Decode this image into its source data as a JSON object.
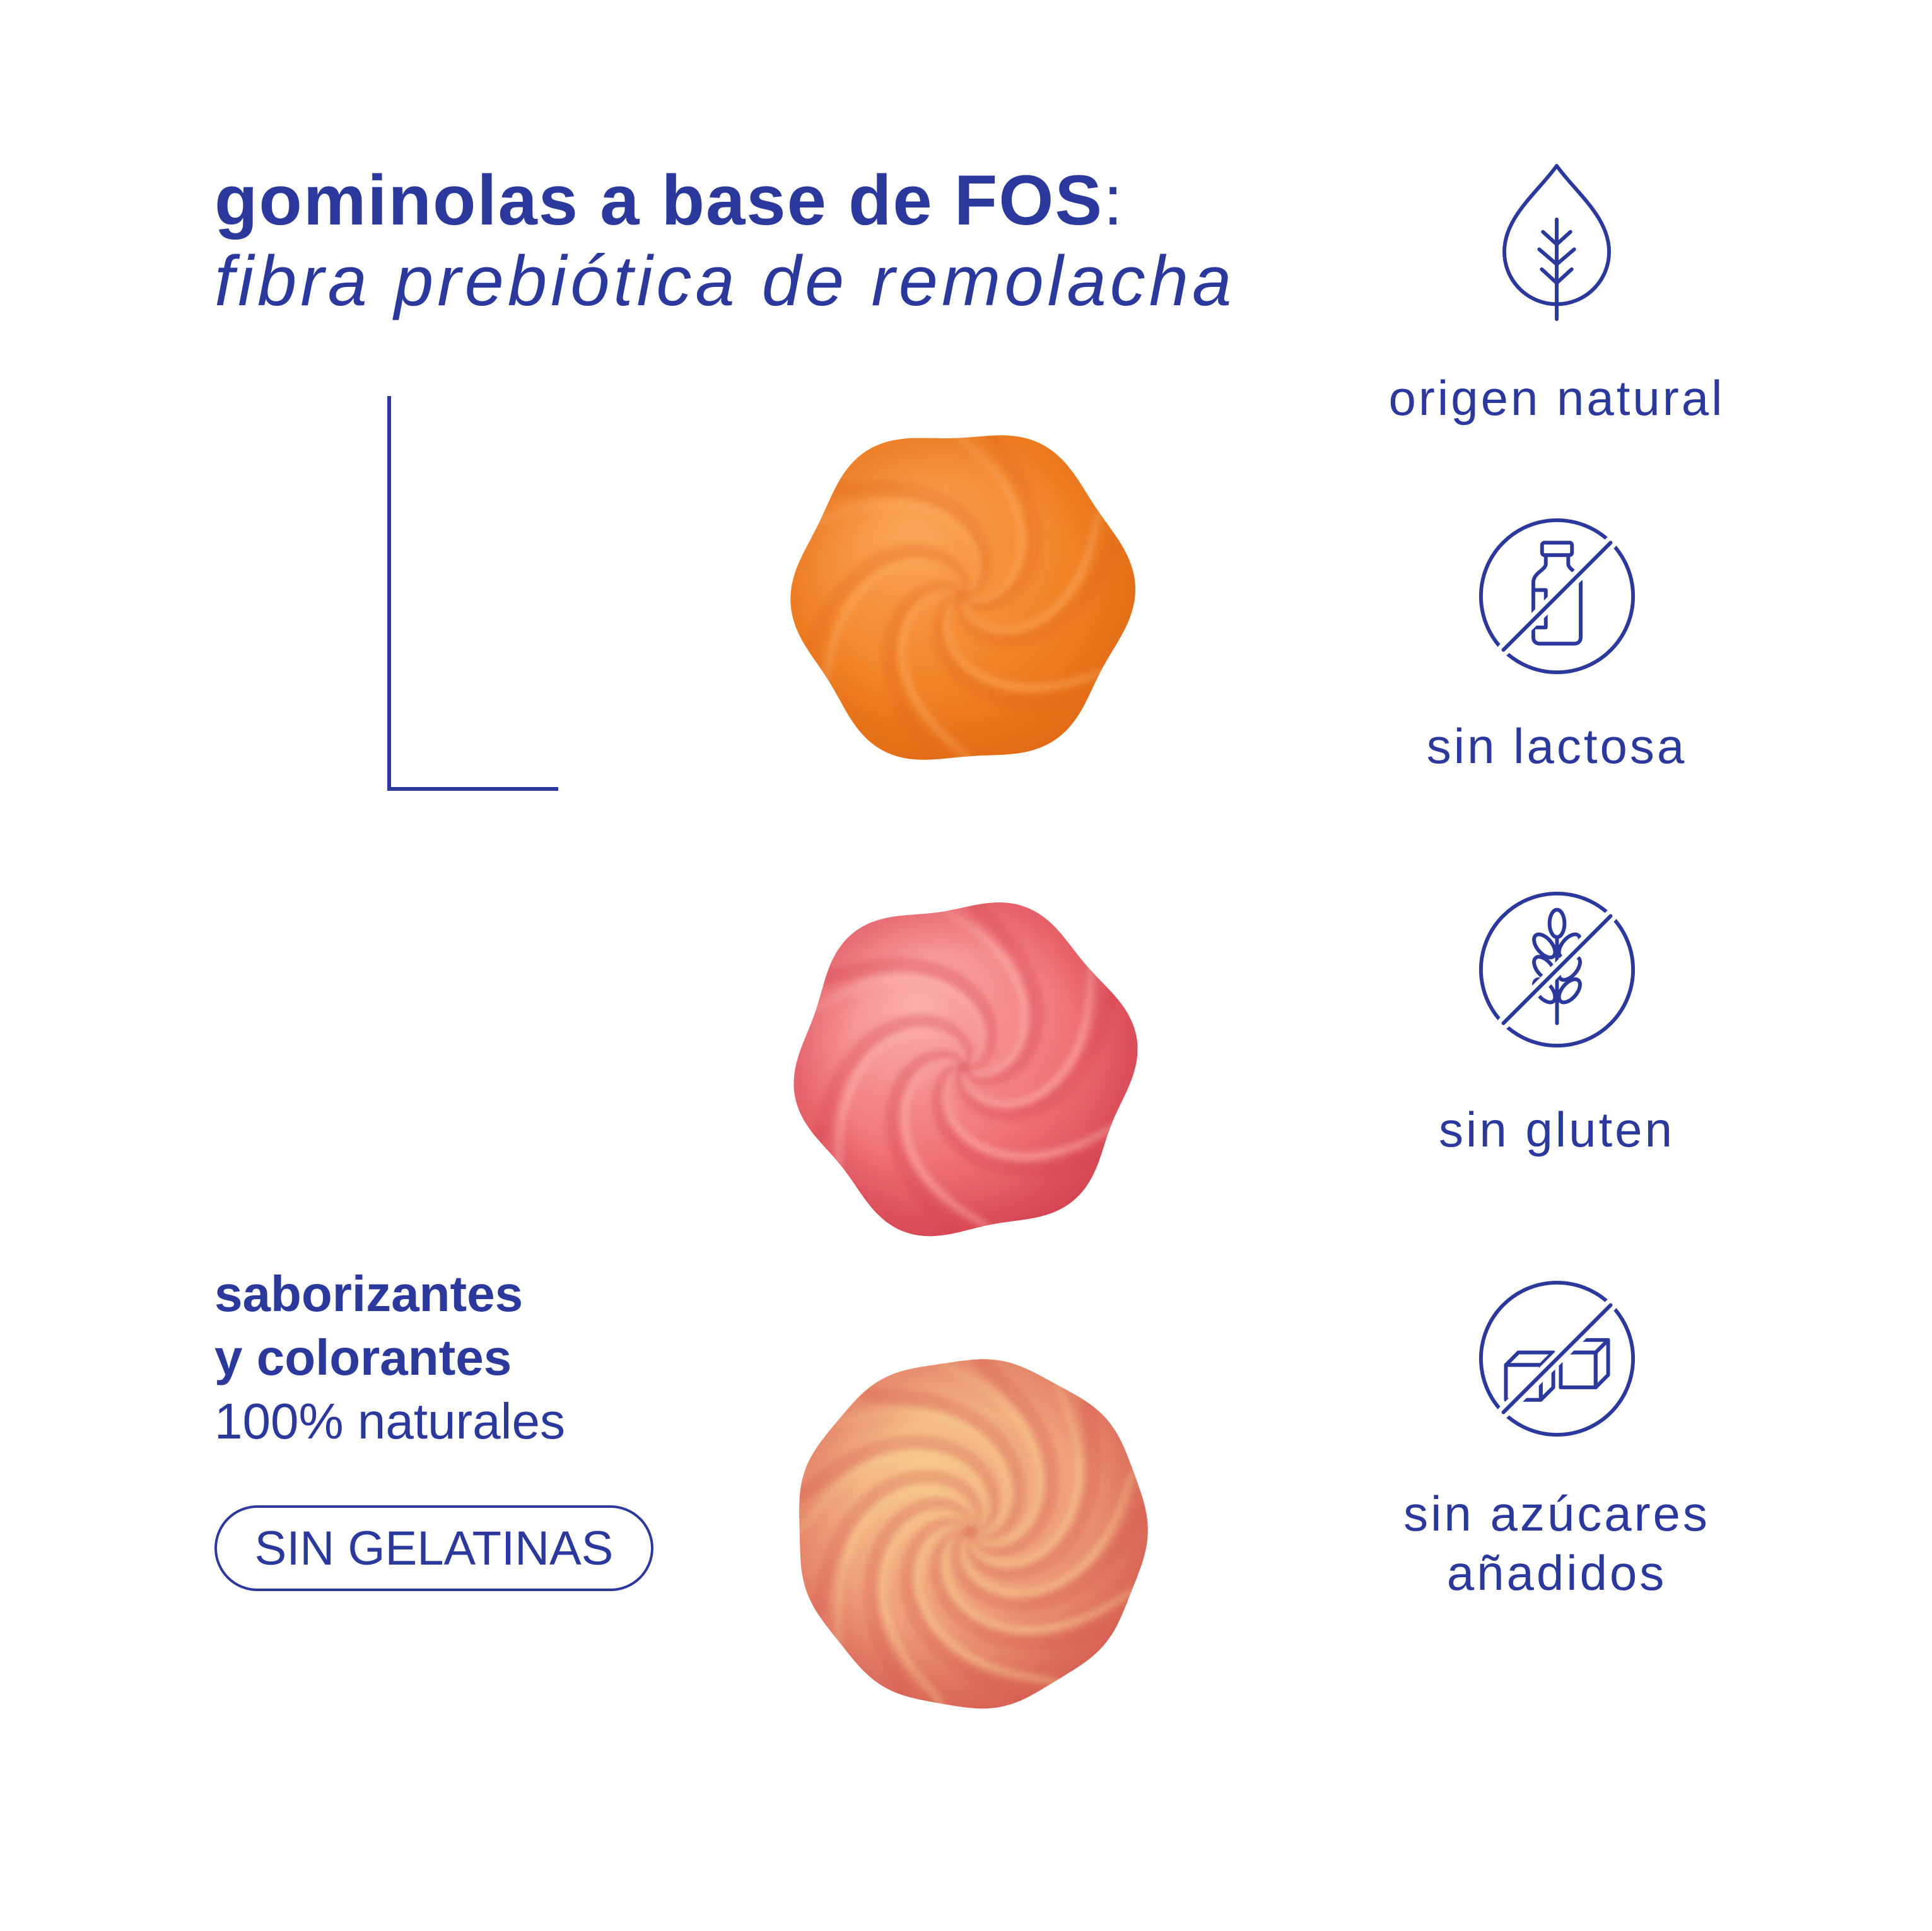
{
  "theme": {
    "accent": "#2B389C",
    "background": "#FFFFFF"
  },
  "headline": {
    "title": "gominolas a base de FOS",
    "colon": ":",
    "subtitle": "fibra prebiótica de remolacha"
  },
  "claims": {
    "line1": "saborizantes",
    "line2": "y colorantes",
    "line3": "100% naturales"
  },
  "badge": {
    "label": "SIN GELATINAS"
  },
  "features": [
    {
      "icon": "leaf-icon",
      "label_lines": [
        "origen natural"
      ]
    },
    {
      "icon": "no-milk-icon",
      "label_lines": [
        "sin lactosa"
      ]
    },
    {
      "icon": "no-wheat-icon",
      "label_lines": [
        "sin gluten"
      ]
    },
    {
      "icon": "no-sugar-icon",
      "label_lines": [
        "sin azúcares",
        "añadidos"
      ]
    }
  ],
  "gummies": [
    {
      "colors": {
        "light": "#FAA55A",
        "base": "#F28428",
        "dark": "#E06812"
      }
    },
    {
      "colors": {
        "light": "#FBB0AE",
        "base": "#F07478",
        "dark": "#D23E4C"
      }
    },
    {
      "colors": {
        "light": "#F7C98E",
        "base": "#EE9C79",
        "dark": "#D4584E"
      }
    }
  ]
}
